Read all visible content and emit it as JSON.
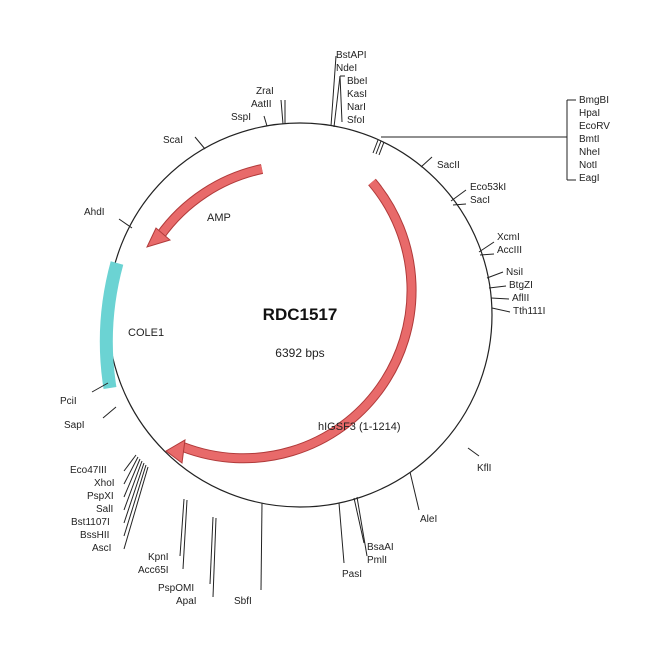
{
  "plasmid": {
    "name": "RDC1517",
    "size_label": "6392 bps"
  },
  "features": {
    "amp": {
      "label": "AMP",
      "color": "#e86a6a"
    },
    "cole1": {
      "label": "COLE1",
      "color": "#6bd3d3"
    },
    "higsf3": {
      "label": "hIGSF3 (1-1214)",
      "color": "#e86a6a"
    }
  },
  "sites": [
    {
      "id": "bstapi-group",
      "labels": [
        "BstAPI",
        "NdeI"
      ]
    },
    {
      "id": "bbei-group",
      "labels": [
        "BbeI",
        "KasI",
        "NarI",
        "SfoI"
      ]
    },
    {
      "id": "zrai-group",
      "labels": [
        "ZraI",
        "AatII"
      ]
    },
    {
      "id": "sspi",
      "labels": [
        "SspI"
      ]
    },
    {
      "id": "scai",
      "labels": [
        "ScaI"
      ]
    },
    {
      "id": "ahdi",
      "labels": [
        "AhdI"
      ]
    },
    {
      "id": "bmgbi-group",
      "labels": [
        "BmgBI",
        "HpaI",
        "EcoRV",
        "BmtI",
        "NheI",
        "NotI",
        "EagI"
      ]
    },
    {
      "id": "sacii",
      "labels": [
        "SacII"
      ]
    },
    {
      "id": "eco53ki-group",
      "labels": [
        "Eco53kI",
        "SacI"
      ]
    },
    {
      "id": "xcmi-group",
      "labels": [
        "XcmI",
        "AccIII"
      ]
    },
    {
      "id": "nsii",
      "labels": [
        "NsiI"
      ]
    },
    {
      "id": "btgzi",
      "labels": [
        "BtgZI"
      ]
    },
    {
      "id": "aflii",
      "labels": [
        "AflII"
      ]
    },
    {
      "id": "tth111i",
      "labels": [
        "Tth111I"
      ]
    },
    {
      "id": "kfli",
      "labels": [
        "KflI"
      ]
    },
    {
      "id": "alei",
      "labels": [
        "AleI"
      ]
    },
    {
      "id": "bsaai-group",
      "labels": [
        "BsaAI",
        "PmlI"
      ]
    },
    {
      "id": "pasi",
      "labels": [
        "PasI"
      ]
    },
    {
      "id": "sbfi",
      "labels": [
        "SbfI"
      ]
    },
    {
      "id": "kpni-group",
      "labels": [
        "KpnI",
        "Acc65I"
      ]
    },
    {
      "id": "pspomi-group",
      "labels": [
        "PspOMI",
        "ApaI"
      ]
    },
    {
      "id": "eco47iii-group",
      "labels": [
        "Eco47III",
        "XhoI",
        "PspXI",
        "SalI",
        "Bst1107I",
        "BssHII",
        "AscI"
      ]
    },
    {
      "id": "pcii",
      "labels": [
        "PciI"
      ]
    },
    {
      "id": "sapi",
      "labels": [
        "SapI"
      ]
    }
  ]
}
